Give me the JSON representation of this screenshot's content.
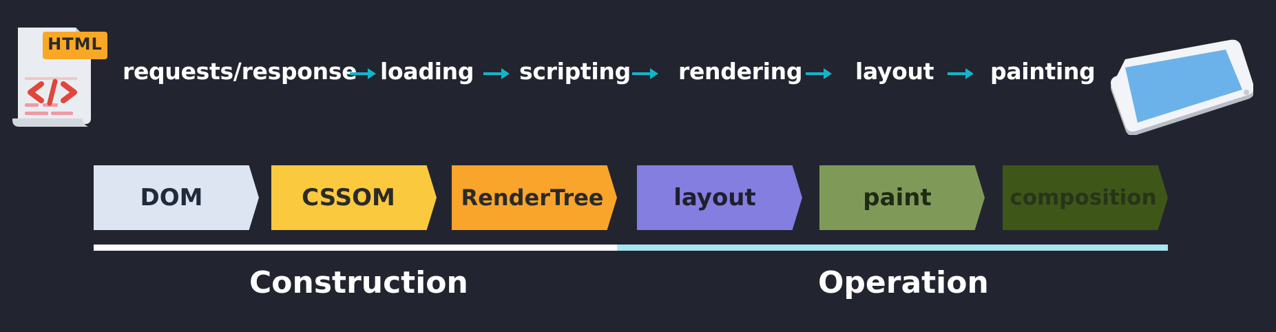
{
  "html_icon": {
    "badge": "HTML",
    "symbol": "</>"
  },
  "flow": {
    "steps": [
      "requests/response",
      "loading",
      "scripting",
      "rendering",
      "layout",
      "painting"
    ],
    "arrow_color": "#17b3c8"
  },
  "stages": [
    {
      "label": "DOM",
      "fill": "#dde5f3",
      "text_color": "#1f2a3a"
    },
    {
      "label": "CSSOM",
      "fill": "#fbc93e",
      "text_color": "#2a2a2a"
    },
    {
      "label": "RenderTree",
      "fill": "#f9a42b",
      "text_color": "#2a2a2a"
    },
    {
      "label": "layout",
      "fill": "#847ee0",
      "text_color": "#1f1f2e"
    },
    {
      "label": "paint",
      "fill": "#7f9a58",
      "text_color": "#1f2a15"
    },
    {
      "label": "composition",
      "fill": "#3f5619",
      "text_color": "#26351a"
    }
  ],
  "phases": {
    "construction": "Construction",
    "operation": "Operation",
    "construction_color": "#ffffff",
    "operation_color": "#a6e6ef"
  }
}
